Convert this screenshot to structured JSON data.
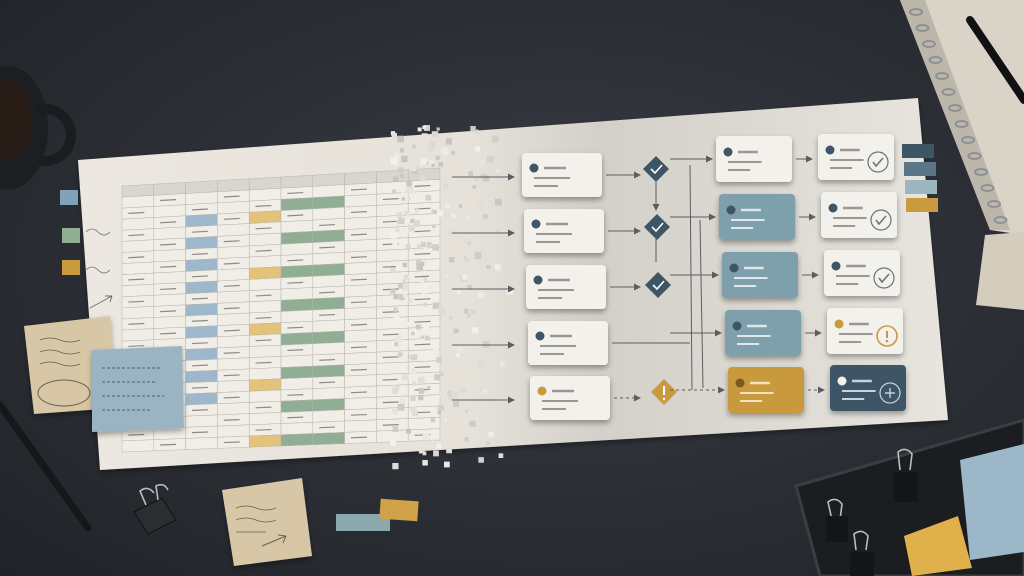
{
  "scene": {
    "description_colors": {
      "desk": "#2b2e34",
      "paper": "#ece8e1",
      "slate": "#7e9fac",
      "navy": "#3e5566",
      "mustard": "#c99a3e",
      "sage": "#8fae93",
      "blue_cell": "#9db8cc"
    }
  },
  "flow": {
    "rows": [
      {
        "source_state": "neutral",
        "gate": "check",
        "mid_card": "light",
        "result": "check"
      },
      {
        "source_state": "neutral",
        "gate": "check",
        "mid_card": "slate",
        "result": "check"
      },
      {
        "source_state": "neutral",
        "gate": "check",
        "mid_card": "slate",
        "result": "check"
      },
      {
        "source_state": "neutral",
        "gate": "none",
        "mid_card": "slate",
        "result": "warning"
      },
      {
        "source_state": "warning",
        "gate": "warning",
        "mid_card": "mustard",
        "result": "plus"
      }
    ]
  }
}
